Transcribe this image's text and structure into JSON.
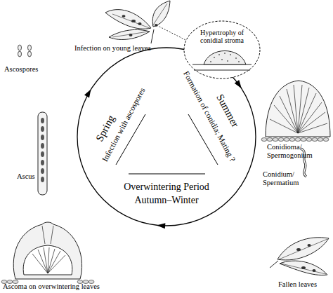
{
  "diagram": {
    "nodes": [
      {
        "text": [
          "Spring",
          "Infection with ascospores",
          "Summer",
          "Formation of conidia; Mating ?",
          "Overwintering Period",
          "Autumn–Winter"
        ]
      },
      {
        "text": [
          "Hypertrophy of conidial stroma"
        ]
      }
    ],
    "labels": [
      "Infection on young leaves",
      "Conidioma/ Spermogonium",
      "Conidium/ Spermatium",
      "Fallen leaves",
      "Ascoma on overwintering leaves",
      "Ascus",
      "Ascospores"
    ]
  }
}
